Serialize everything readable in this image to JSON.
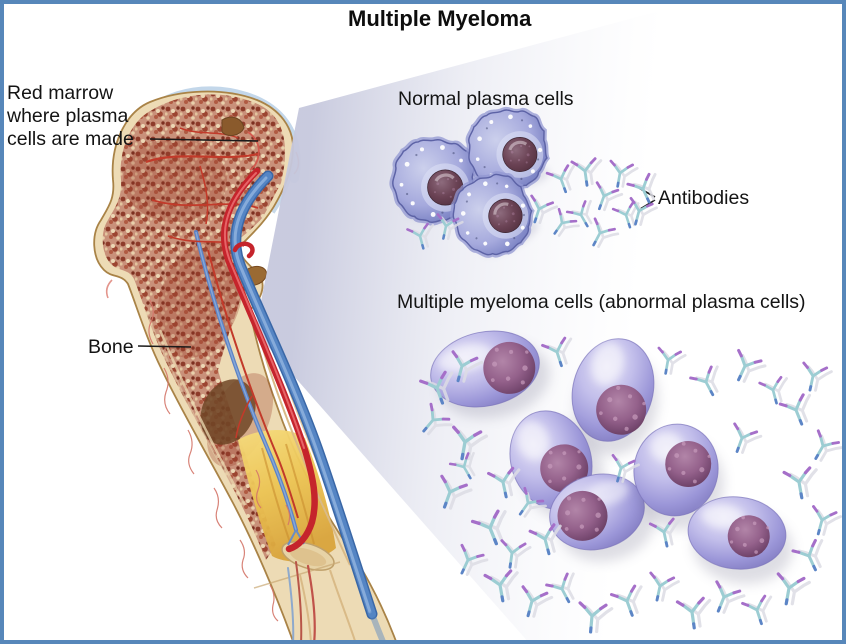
{
  "title": "Multiple Myeloma",
  "labels": {
    "red_marrow": "Red marrow\nwhere plasma\ncells are made",
    "bone": "Bone",
    "normal_plasma_cells": "Normal plasma cells",
    "antibodies": "Antibodies",
    "myeloma_cells": "Multiple myeloma cells (abnormal plasma cells)"
  },
  "figure": {
    "normal_plasma_cell_count": 3,
    "myeloma_cell_count": 6,
    "sections": [
      "bone with red marrow",
      "normal plasma cells with antibodies",
      "multiple myeloma cells with antibodies"
    ]
  },
  "colors": {
    "border": "#5787ba",
    "text": "#141414",
    "bone_cortex": "#eddbb5",
    "red_marrow": "#b45a42",
    "yellow_marrow": "#ecc453",
    "artery_red": "#c5242c",
    "vein_blue": "#4b7ec2",
    "cartilage_blue": "#c3d7ea",
    "cell_body_lavender": "#aeaade",
    "cell_nucleus_plum": "#7c4a6e",
    "antibody_teal": "#9ccdd3",
    "antibody_purple": "#a56fc9",
    "antibody_blue": "#5c85c6"
  }
}
